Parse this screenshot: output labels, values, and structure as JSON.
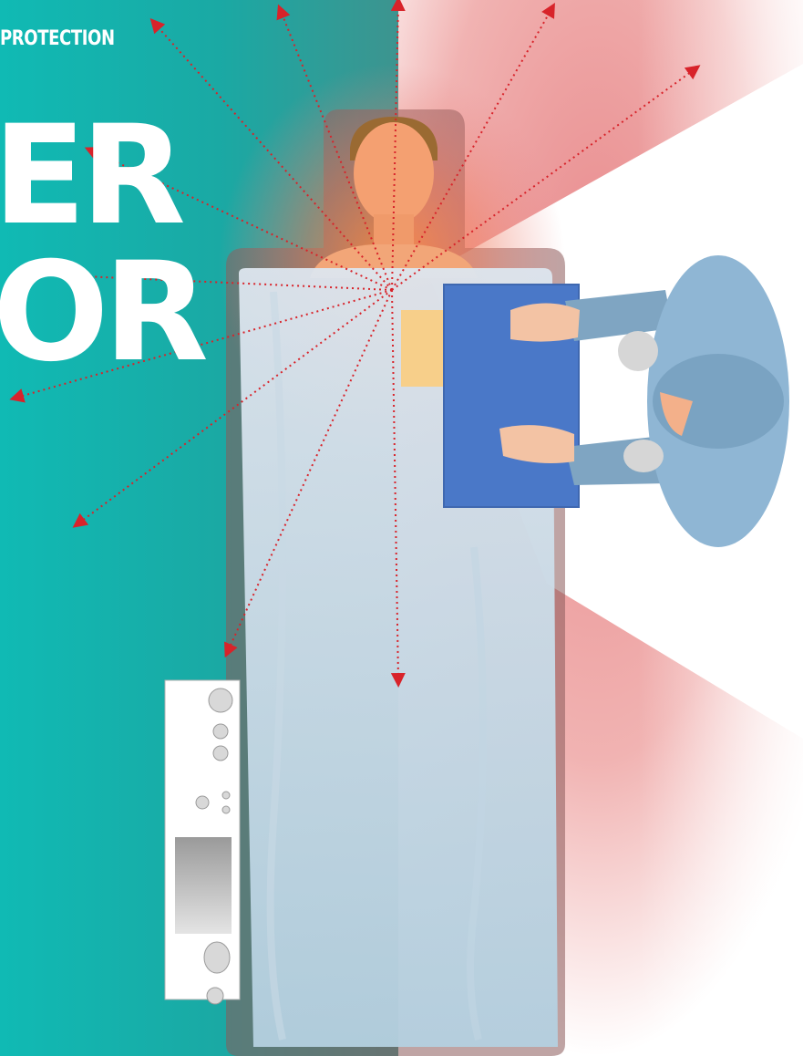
{
  "header": {
    "kicker": "PROTECTION",
    "line1": "ER",
    "line2": "OR"
  },
  "colors": {
    "teal": "#10bab4",
    "radiation_red": "#e8898b",
    "drape": "#cfe0ea",
    "blue_pad": "#4a78c8",
    "staff_gown": "#8fb0cc",
    "skin": "#f4a071",
    "arrow_red": "#d8232a"
  }
}
